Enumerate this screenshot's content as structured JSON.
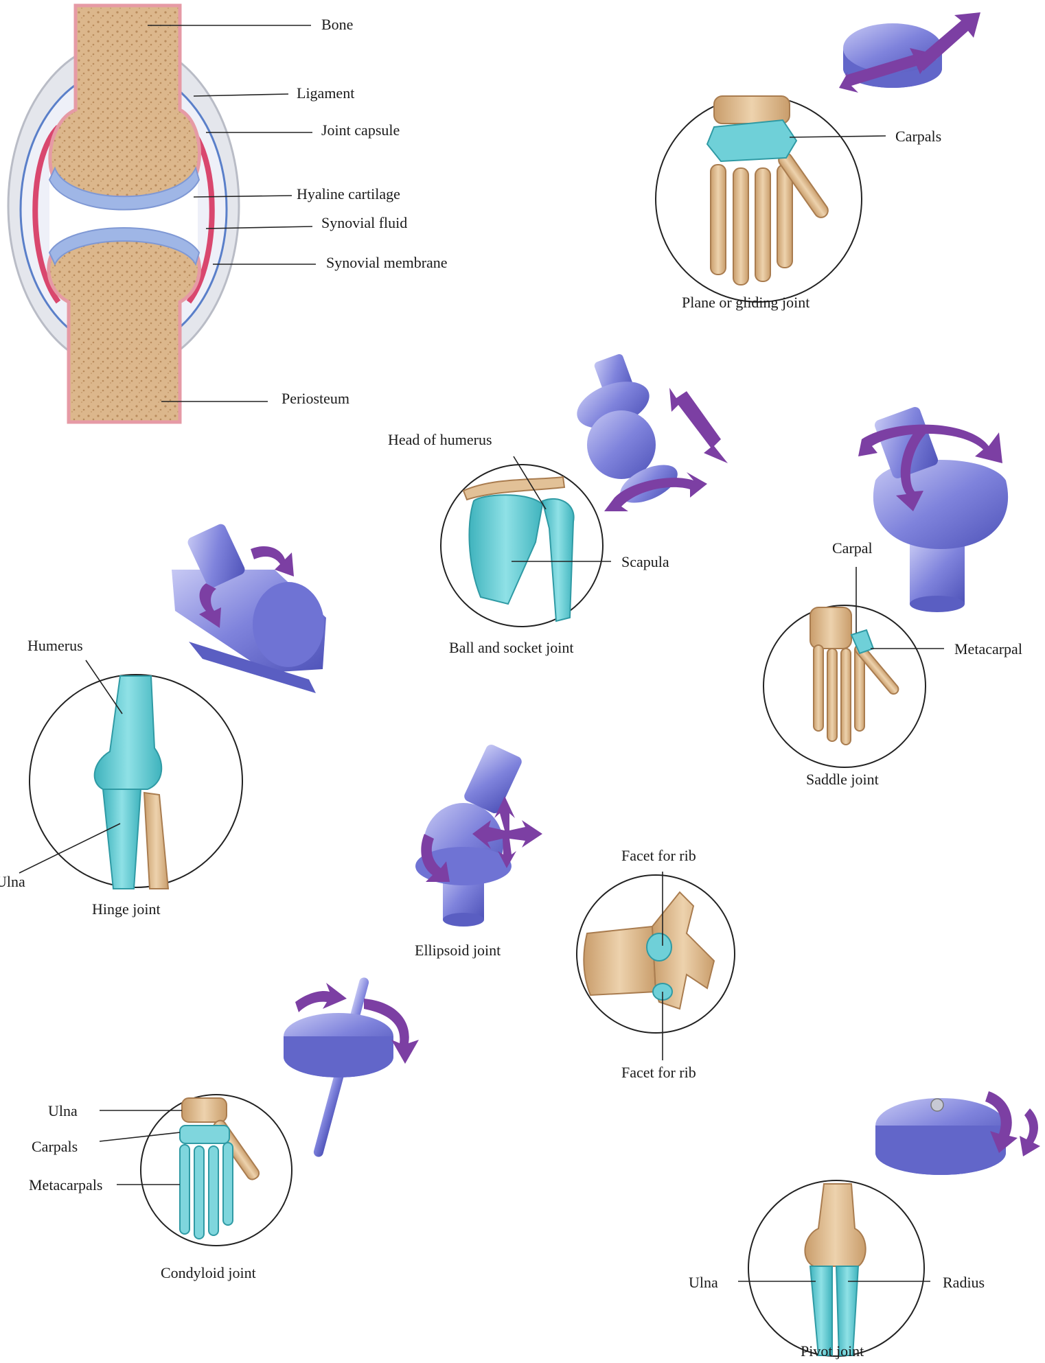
{
  "synovial_joint": {
    "bone": "Bone",
    "ligament": "Ligament",
    "joint_capsule": "Joint capsule",
    "hyaline_cartilage": "Hyaline cartilage",
    "synovial_fluid": "Synovial fluid",
    "synovial_membrane": "Synovial membrane",
    "periosteum": "Periosteum"
  },
  "plane_joint": {
    "carpals": "Carpals",
    "caption": "Plane or gliding joint"
  },
  "ball_socket_joint": {
    "head_of_humerus": "Head of humerus",
    "scapula": "Scapula",
    "caption": "Ball and socket joint"
  },
  "saddle_joint": {
    "carpal": "Carpal",
    "metacarpal": "Metacarpal",
    "caption": "Saddle joint"
  },
  "hinge_joint": {
    "humerus": "Humerus",
    "ulna": "Ulna",
    "caption": "Hinge joint"
  },
  "ellipsoid_joint": {
    "caption": "Ellipsoid joint"
  },
  "vertebra": {
    "facet_top": "Facet for rib",
    "facet_bottom": "Facet for rib"
  },
  "condyloid_joint": {
    "ulna": "Ulna",
    "carpals": "Carpals",
    "metacarpals": "Metacarpals",
    "caption": "Condyloid joint"
  },
  "pivot_joint": {
    "ulna": "Ulna",
    "radius": "Radius",
    "caption": "Pivot joint"
  },
  "colors": {
    "bone": "#d9b48a",
    "bone_dark": "#b88c5e",
    "cartilage": "#9fb6e6",
    "membrane": "#d9476e",
    "teal": "#5fc7cf",
    "model": "#7b7fd8",
    "arrow": "#7c3fa3"
  }
}
